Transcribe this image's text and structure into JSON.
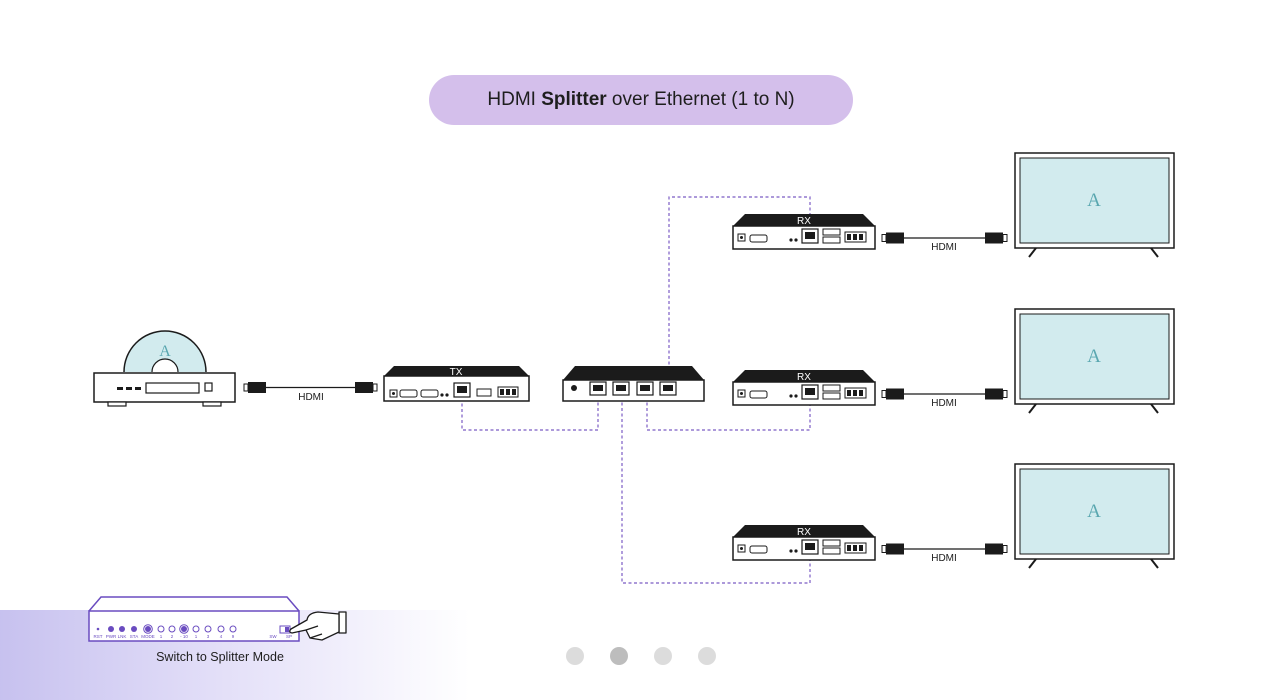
{
  "title": {
    "prefix": "HDMI ",
    "bold": "Splitter",
    "suffix": " over Ethernet (1 to N)"
  },
  "source": {
    "disc_letter": "A",
    "cable_label": "HDMI"
  },
  "transmitter": {
    "label": "TX"
  },
  "receivers": [
    {
      "label": "RX",
      "cable_label": "HDMI",
      "screen_letter": "A"
    },
    {
      "label": "RX",
      "cable_label": "HDMI",
      "screen_letter": "A"
    },
    {
      "label": "RX",
      "cable_label": "HDMI",
      "screen_letter": "A"
    }
  ],
  "mode_panel": {
    "indicator_labels": [
      "RST",
      "PWR",
      "LNK",
      "STA",
      "MODE",
      "1",
      "2",
      "- 10",
      "1",
      "3",
      "4",
      "9"
    ],
    "switch_labels": [
      "SW",
      "SP"
    ],
    "caption": "Switch to Splitter Mode"
  },
  "pagination": {
    "count": 4,
    "active_index": 1
  },
  "colors": {
    "title_pill": "#d4bfeb",
    "device": "#1b1b1b",
    "link_line": "#7b5cc4",
    "screen": "#d2ebee",
    "screen_letter": "#5aa7b0",
    "mode_panel": "#6a4cc0"
  }
}
